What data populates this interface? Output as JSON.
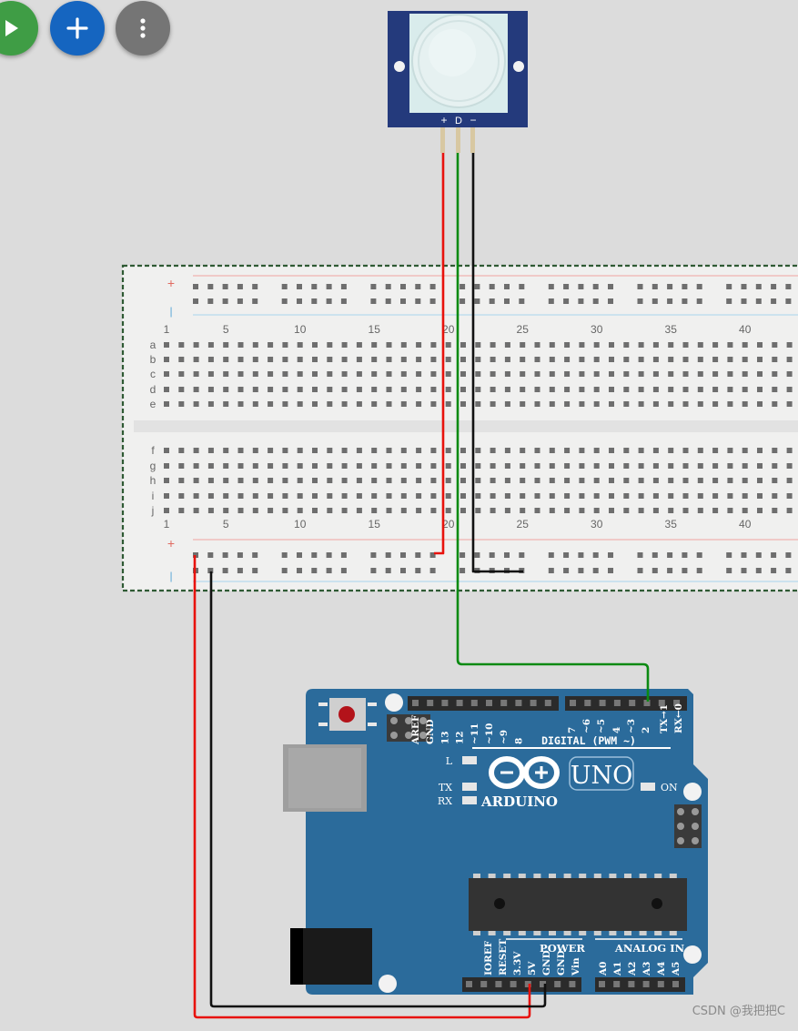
{
  "toolbar": {
    "play_color": "#3f9d45",
    "add_color": "#1565c0",
    "menu_color": "#757575"
  },
  "pir_sensor": {
    "pin_labels": [
      "+",
      "D",
      "−"
    ],
    "board_color": "#243a7c"
  },
  "breadboard": {
    "column_numbers": [
      "1",
      "5",
      "10",
      "15",
      "20",
      "25",
      "30",
      "35",
      "40"
    ],
    "top_row_letters": [
      "a",
      "b",
      "c",
      "d",
      "e"
    ],
    "bottom_row_letters": [
      "f",
      "g",
      "h",
      "i",
      "j"
    ],
    "rail_plus": "+",
    "rail_minus": "|"
  },
  "arduino": {
    "board_color": "#2b6b9b",
    "brand": "ARDUINO",
    "model": "UNO",
    "digital_title": "DIGITAL (PWM ~)",
    "digital_pins": [
      "AREF",
      "GND",
      "13",
      "12",
      "~11",
      "~10",
      "~9",
      "8",
      "7",
      "~6",
      "~5",
      "4",
      "~3",
      "2",
      "TX→1",
      "RX←0"
    ],
    "power_title": "POWER",
    "power_pins": [
      "IOREF",
      "RESET",
      "3.3V",
      "5V",
      "GND",
      "GND",
      "Vin"
    ],
    "analog_title": "ANALOG IN",
    "analog_pins": [
      "A0",
      "A1",
      "A2",
      "A3",
      "A4",
      "A5"
    ],
    "led_l": "L",
    "led_tx": "TX",
    "led_rx": "RX",
    "led_on": "ON"
  },
  "wires": {
    "power_color": "#e8120c",
    "ground_color": "#111111",
    "signal_color": "#0b8a12"
  },
  "watermark": "CSDN @我把把C"
}
